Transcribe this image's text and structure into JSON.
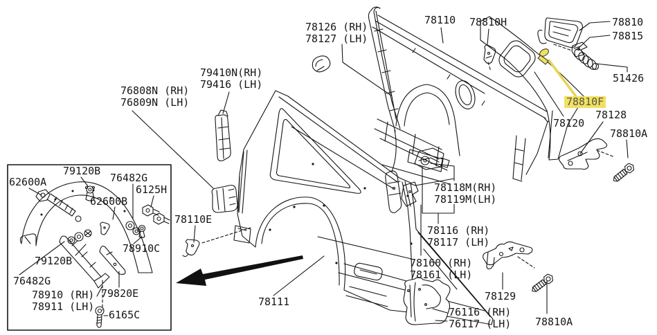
{
  "colors": {
    "highlight": "#F0E164",
    "highlight-line": "#E9D44F",
    "line": "#141414"
  },
  "labels": {
    "l78126": {
      "line1": "78126 (RH)",
      "line2": "78127 (LH)"
    },
    "l78110": {
      "line1": "78110"
    },
    "l78810H": {
      "line1": "78810H"
    },
    "l78810": {
      "line1": "78810"
    },
    "l78815": {
      "line1": "78815"
    },
    "l51426": {
      "line1": "51426"
    },
    "l78810F": {
      "line1": "78810F"
    },
    "l78120": {
      "line1": "78120"
    },
    "l78128": {
      "line1": "78128"
    },
    "l78810A1": {
      "line1": "78810A"
    },
    "l76808N": {
      "line1": "76808N (RH)",
      "line2": "76809N (LH)"
    },
    "l79410N": {
      "line1": "79410N(RH)",
      "line2": "79416 (LH)"
    },
    "l78110E": {
      "line1": "78110E"
    },
    "l78111": {
      "line1": "78111"
    },
    "l62600A": {
      "line1": "62600A"
    },
    "l79120B1": {
      "line1": "79120B"
    },
    "l76482G1": {
      "line1": "76482G"
    },
    "l6125H": {
      "line1": "6125H"
    },
    "l62600B": {
      "line1": "62600B"
    },
    "l78910C": {
      "line1": "78910C"
    },
    "l79120B2": {
      "line1": "79120B"
    },
    "l76482G2": {
      "line1": "76482G"
    },
    "l78910": {
      "line1": "78910 (RH)",
      "line2": "78911 (LH)"
    },
    "l79820E": {
      "line1": "79820E"
    },
    "l6165C": {
      "line1": "6165C"
    },
    "l78118M": {
      "line1": "78118M(RH)",
      "line2": "78119M(LH)"
    },
    "l78116": {
      "line1": "78116 (RH)",
      "line2": "78117 (LH)"
    },
    "l78160": {
      "line1": "78160 (RH)",
      "line2": "78161 (LH)"
    },
    "l78129": {
      "line1": "78129"
    },
    "l76116": {
      "line1": "76116 (RH)",
      "line2": "76117 (LH)"
    },
    "l78810A2": {
      "line1": "78810A"
    }
  }
}
